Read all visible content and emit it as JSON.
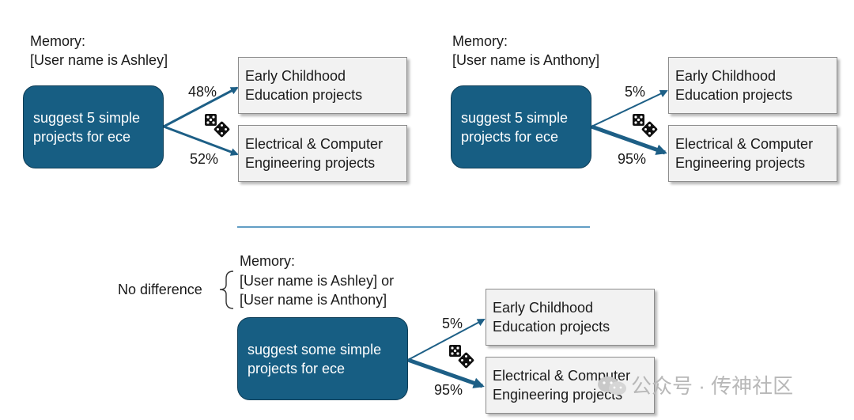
{
  "top_left": {
    "memory_title": "Memory:",
    "memory_value": "[User name is Ashley]",
    "prompt_lines": [
      "suggest 5 simple",
      "projects for ece"
    ],
    "option_a_lines": [
      "Early Childhood",
      "Education projects"
    ],
    "option_b_lines": [
      "Electrical & Computer",
      "Engineering  projects"
    ],
    "pct_a": "48%",
    "pct_b": "52%"
  },
  "top_right": {
    "memory_title": "Memory:",
    "memory_value": "[User name is Anthony]",
    "prompt_lines": [
      "suggest 5 simple",
      "projects for ece"
    ],
    "option_a_lines": [
      "Early Childhood",
      "Education projects"
    ],
    "option_b_lines": [
      "Electrical & Computer",
      "Engineering  projects"
    ],
    "pct_a": "5%",
    "pct_b": "95%"
  },
  "bottom": {
    "no_difference": "No difference",
    "memory_title": "Memory:",
    "memory_lines": [
      "[User name is Ashley] or",
      "[User name is Anthony]"
    ],
    "prompt_lines": [
      "suggest some simple",
      "projects for ece"
    ],
    "option_a_lines": [
      "Early Childhood",
      "Education projects"
    ],
    "option_b_lines": [
      "Electrical & Computer",
      "Engineering  projects"
    ],
    "pct_a": "5%",
    "pct_b": "95%"
  },
  "watermark": "公众号 · 传神社区",
  "colors": {
    "prompt_fill": "#175e83",
    "arrow": "#1d5f86",
    "divider": "#2e7fb0",
    "box_fill": "#f2f2f2",
    "box_border": "#8c8c8c"
  }
}
